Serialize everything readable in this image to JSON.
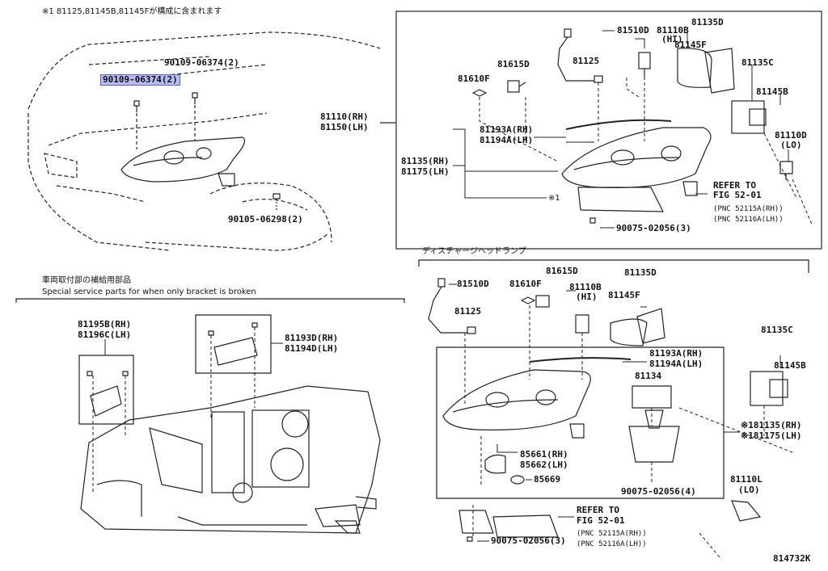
{
  "note_top": "※1 81125,81145B,81145Fが構成に含まれます",
  "overview": {
    "bolt_a_highlighted": "90109-06374(2)",
    "bolt_b": "90109-06374(2)",
    "bolt_c": "90105-06298(2)"
  },
  "top_panel": {
    "assembly_l1": "81110(RH)",
    "assembly_l2": "81150(LH)",
    "p81510d": "81510D",
    "p81110b": "81110B",
    "p81110b_sub": "(HI)",
    "p81135d": "81135D",
    "p81145f": "81145F",
    "p81615d": "81615D",
    "p81125": "81125",
    "p81610f": "81610F",
    "p81135c": "81135C",
    "p81145b": "81145B",
    "p81193a": "81193A(RH)",
    "p81194a": "81194A(LH)",
    "p81110d": "81110D",
    "p81110d_sub": "(LO)",
    "p81135rh": "81135(RH)",
    "p81175lh": "81175(LH)",
    "note1": "※1",
    "refer1": "REFER TO",
    "refer2": "FIG 52-01",
    "pnc1": "(PNC 52115A(RH))",
    "pnc2": "(PNC 52116A(LH))",
    "screw": "90075-02056(3)"
  },
  "bracket_panel": {
    "title_ja": "車両取付部の補給用部品",
    "title_en": "Special service parts for when only bracket is broken",
    "p81195b": "81195B(RH)",
    "p81196c": "81196C(LH)",
    "p81193d": "81193D(RH)",
    "p81194d": "81194D(LH)"
  },
  "discharge_panel": {
    "title": "ディスチャージヘッドランプ",
    "p81510d": "81510D",
    "p81615d": "81615D",
    "p81610f": "81610F",
    "p81110b": "81110B",
    "p81110b_sub": "(HI)",
    "p81135d": "81135D",
    "p81145f": "81145F",
    "p81125": "81125",
    "p81135c": "81135C",
    "p81145b": "81145B",
    "p81193a": "81193A(RH)",
    "p81194a": "81194A(LH)",
    "p81134": "81134",
    "p81135rh": "※181135(RH)",
    "p81175lh": "※181175(LH)",
    "p85661": "85661(RH)",
    "p85662": "85662(LH)",
    "p85669": "85669",
    "screw4": "90075-02056(4)",
    "p81110l": "81110L",
    "p81110l_sub": "(LO)",
    "refer1": "REFER TO",
    "refer2": "FIG 52-01",
    "pnc1": "(PNC 52115A(RH))",
    "pnc2": "(PNC 52116A(LH))",
    "screw3": "90075-02056(3)"
  },
  "figure_id": "814732K"
}
